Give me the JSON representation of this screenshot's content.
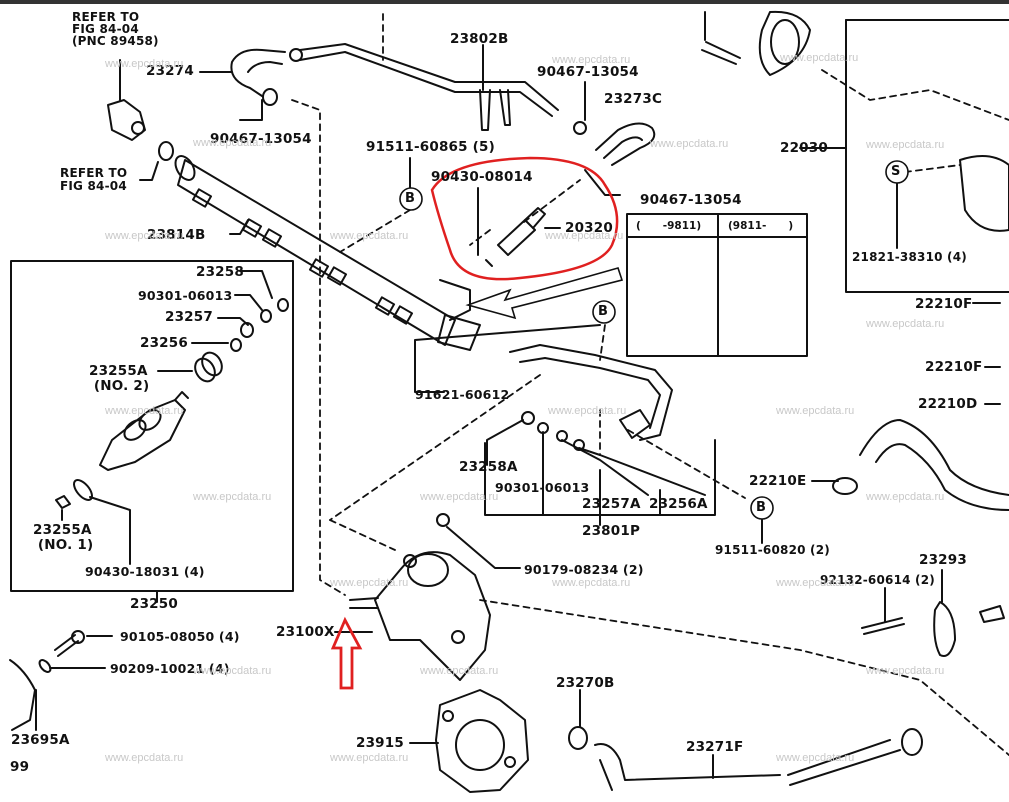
{
  "diagram": {
    "title": "Fuel injection parts diagram",
    "watermark": "www.epcdata.ru",
    "annotation_color": "#e02020",
    "labels": {
      "refer_fig_pnc": [
        "REFER TO",
        "FIG 84-04",
        "(PNC 89458)"
      ],
      "refer_fig": [
        "REFER TO",
        "FIG 84-04"
      ],
      "p23274": "23274",
      "p90467_a": "90467-13054",
      "p23802B": "23802B",
      "p90467_b": "90467-13054",
      "p23273C": "23273C",
      "p91511_60865": "91511-60865 (5)",
      "p90430_08014": "90430-08014",
      "p90467_c": "90467-13054",
      "p20320": "20320",
      "p23814B": "23814B",
      "p22030": "22030",
      "p21821": "21821-38310 (4)",
      "p22210F_a": "22210F",
      "p22210F_b": "22210F",
      "p22210D": "22210D",
      "p22210E": "22210E",
      "p91511_60820": "91511-60820 (2)",
      "p23293": "23293",
      "p92132": "92132-60614 (2)",
      "p23258": "23258",
      "p90301_a": "90301-06013",
      "p23257": "23257",
      "p23256": "23256",
      "p23255A_no2": [
        "23255A",
        "(NO. 2)"
      ],
      "p23255A_no1": [
        "23255A",
        "(NO. 1)"
      ],
      "p90430_18031": "90430-18031 (4)",
      "p23250": "23250",
      "p91621": "91621-60612",
      "p23258A": "23258A",
      "p90301_b": "90301-06013",
      "p23257A": "23257A",
      "p23256A": "23256A",
      "p23801P": "23801P",
      "p90179": "90179-08234 (2)",
      "p90105": "90105-08050 (4)",
      "p90209": "90209-10021 (4)",
      "p23100X": "23100X",
      "p23695A": "23695A",
      "p99": "99",
      "p23270B": "23270B",
      "p23915": "23915",
      "p23271F": "23271F"
    },
    "callouts": {
      "b": "B",
      "s": "S"
    },
    "inset_headers": [
      "(      -9811)",
      "(9811-      )"
    ]
  }
}
